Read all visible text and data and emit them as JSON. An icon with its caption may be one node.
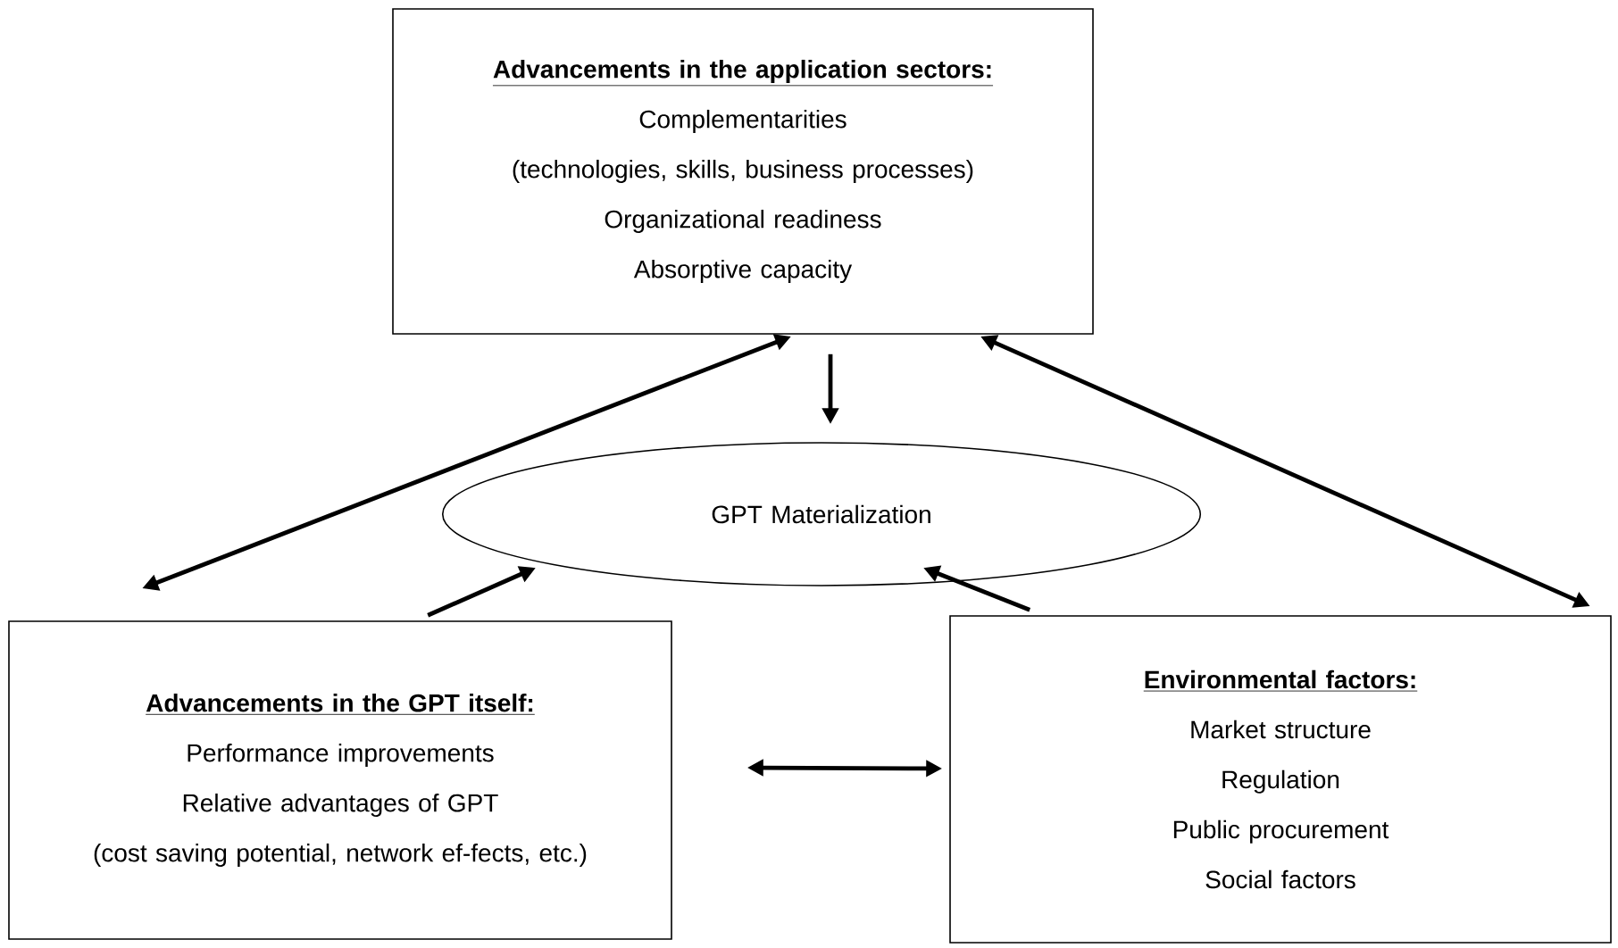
{
  "diagram": {
    "nodes": [
      {
        "text": [
          "Advancements in the application sectors:",
          "Complementarities",
          "(technologies, skills, business processes)",
          "Organizational readiness",
          "Absorptive capacity"
        ]
      },
      {
        "text": [
          "GPT Materialization"
        ]
      },
      {
        "text": [
          "Advancements in the GPT itself:",
          "Performance improvements",
          "Relative advantages of GPT",
          "(cost saving potential, network ef-fects, etc.)"
        ]
      },
      {
        "text": [
          "Environmental factors:",
          "Market structure",
          "Regulation",
          "Public procurement",
          "Social factors"
        ]
      }
    ],
    "edges": [
      {
        "from": 0,
        "to": 1,
        "arrow": "to"
      },
      {
        "from": 0,
        "to": 2,
        "arrow": "both"
      },
      {
        "from": 2,
        "to": 1,
        "arrow": "to"
      },
      {
        "from": 2,
        "to": 3,
        "arrow": "both"
      },
      {
        "from": 3,
        "to": 1,
        "arrow": "to"
      },
      {
        "from": 0,
        "to": 3,
        "arrow": "both"
      }
    ]
  }
}
